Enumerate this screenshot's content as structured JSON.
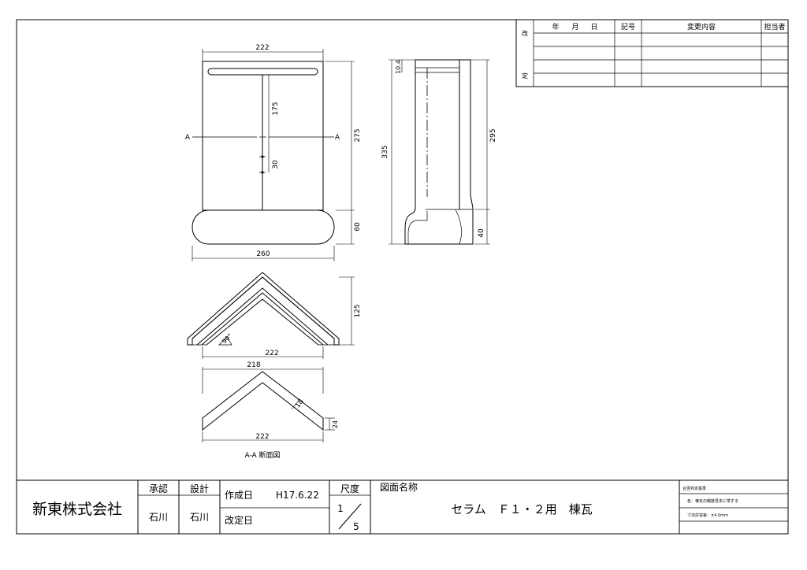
{
  "revision_table": {
    "kai": "改",
    "tei": "定",
    "col_year": "年",
    "col_month": "月",
    "col_day": "日",
    "col_symbol": "記号",
    "col_content": "変更内容",
    "col_person": "担当者"
  },
  "dims": {
    "front_width": "222",
    "front_height": "275",
    "hole_pos": "175",
    "hole_pitch": "30",
    "base_height": "60",
    "base_width": "260",
    "section_a": "A",
    "side_top": "10.4",
    "side_total": "335",
    "side_height": "295",
    "side_base": "40",
    "end_height": "125",
    "end_width": "222",
    "end_angle": "90°",
    "sec_top_width": "218",
    "sec_thickness": "18",
    "sec_edge": "24",
    "sec_width": "222",
    "sec_caption": "A-A 断面図"
  },
  "title_block": {
    "company": "新東株式会社",
    "approve_label": "承認",
    "approve_name": "石川",
    "design_label": "設計",
    "design_name": "石川",
    "created_label": "作成日",
    "created_value": "H17.6.22",
    "revised_label": "改定日",
    "scale_label": "尺度",
    "scale_num": "1",
    "scale_den": "5",
    "drawing_name_label": "図面名称",
    "drawing_name": "セラム　Ｆ１・２用　棟瓦",
    "criteria_title": "合否判定基準",
    "criteria_color": "色：棟瓦の親度見本に準ずる",
    "criteria_tol": "寸法許容差：±4.0mm"
  }
}
